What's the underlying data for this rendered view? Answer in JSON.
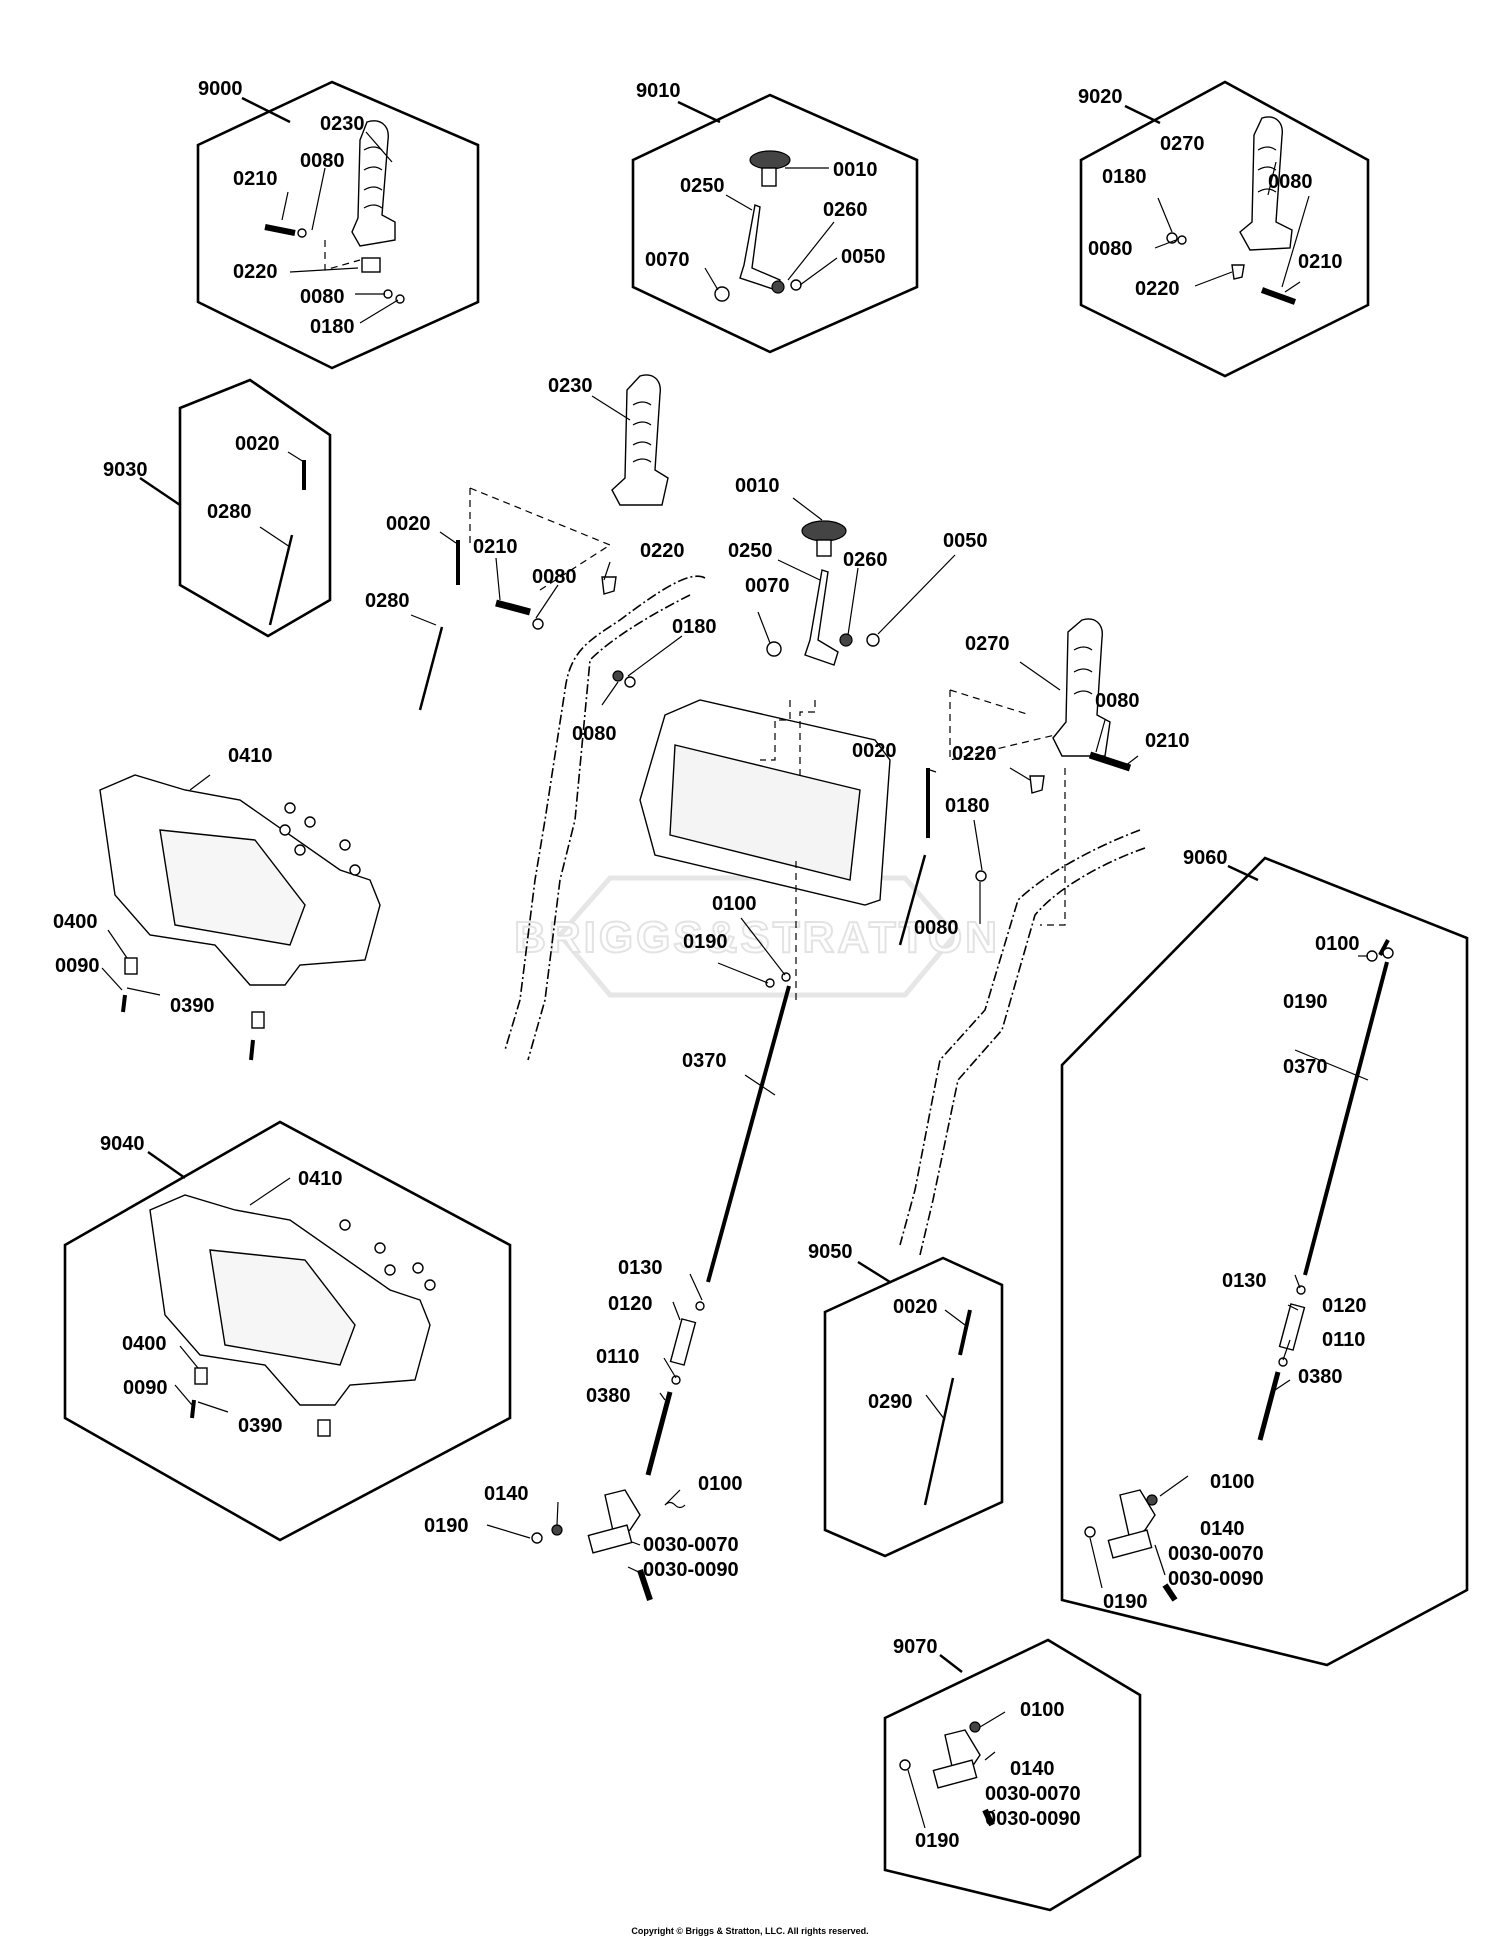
{
  "callouts": {
    "kit9000": "9000",
    "kit9010": "9010",
    "kit9020": "9020",
    "kit9030": "9030",
    "kit9040": "9040",
    "kit9050": "9050",
    "kit9060": "9060",
    "kit9070": "9070",
    "p0010": "0010",
    "p0020": "0020",
    "p0030_0070": "0030-0070",
    "p0030_0090": "0030-0090",
    "p0050": "0050",
    "p0070": "0070",
    "p0080": "0080",
    "p0090": "0090",
    "p0100": "0100",
    "p0110": "0110",
    "p0120": "0120",
    "p0130": "0130",
    "p0140": "0140",
    "p0180": "0180",
    "p0190": "0190",
    "p0210": "0210",
    "p0220": "0220",
    "p0230": "0230",
    "p0250": "0250",
    "p0260": "0260",
    "p0270": "0270",
    "p0280": "0280",
    "p0290": "0290",
    "p0370": "0370",
    "p0380": "0380",
    "p0390": "0390",
    "p0400": "0400",
    "p0410": "0410"
  },
  "watermark": "BRIGGS&STRATTON",
  "footer": {
    "copyright": "Copyright © Briggs & Stratton, LLC. All rights reserved."
  }
}
